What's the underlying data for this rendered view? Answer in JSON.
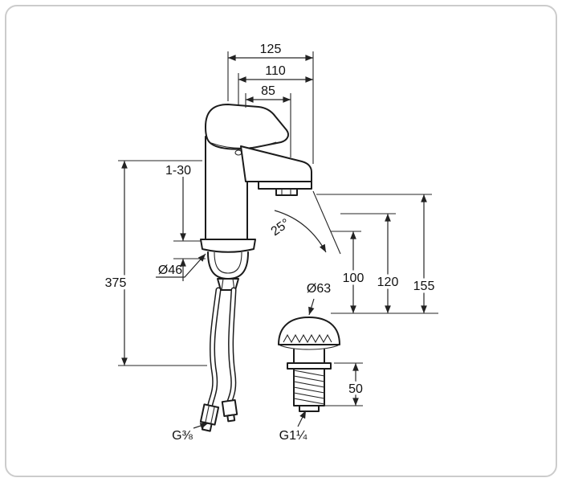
{
  "dims": {
    "d125": "125",
    "d110": "110",
    "d85": "85",
    "clamp": "1-30",
    "h375": "375",
    "dia46": "Ø46",
    "angle25": "25°",
    "h100": "100",
    "h120": "120",
    "h155": "155",
    "dia63": "Ø63",
    "len50": "50",
    "g38": "G⅜",
    "g114": "G1¼"
  },
  "style": {
    "line_color": "#1b1b1b",
    "border_color": "#cccccc",
    "background": "#ffffff"
  }
}
